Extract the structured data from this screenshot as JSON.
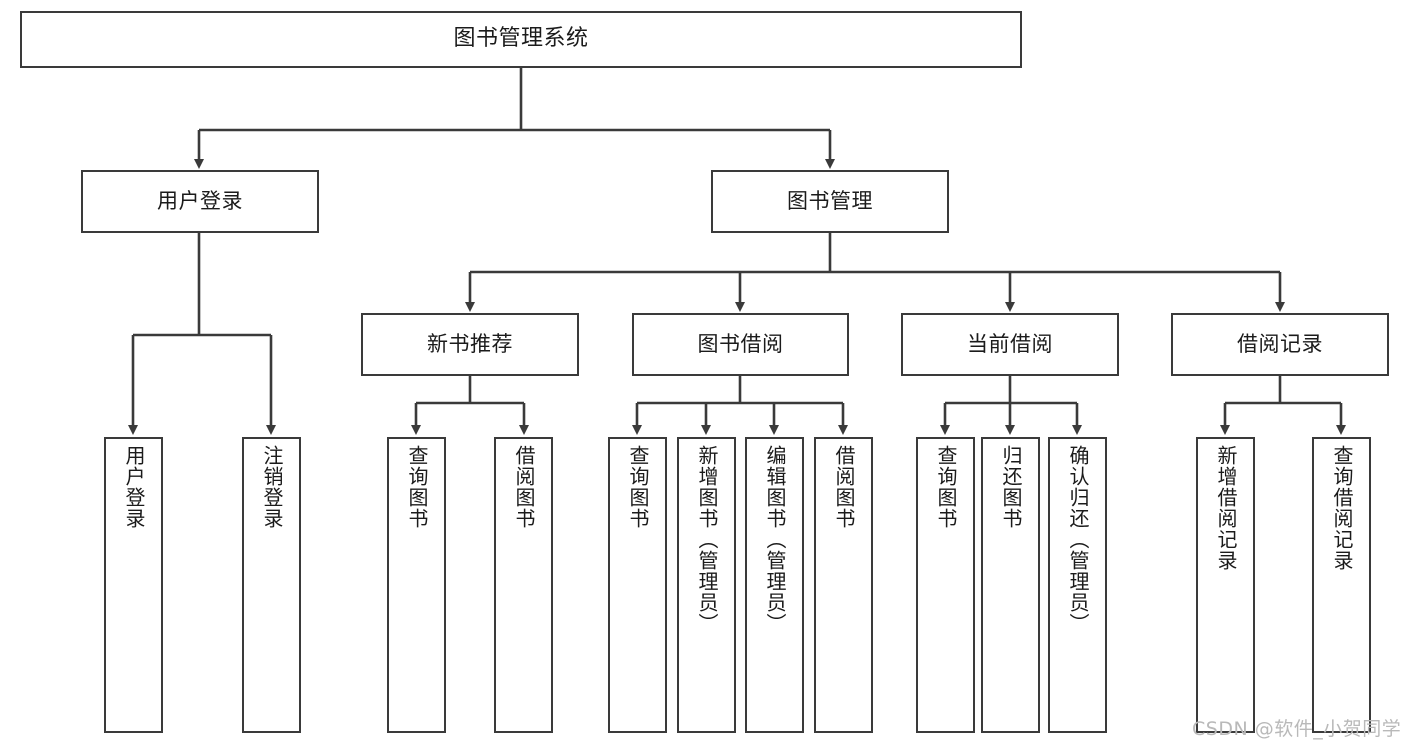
{
  "diagram": {
    "title": "图书管理系统",
    "type": "tree-hierarchy-chart",
    "root": {
      "label": "图书管理系统"
    },
    "level2": [
      {
        "label": "用户登录"
      },
      {
        "label": "图书管理"
      }
    ],
    "level3": [
      {
        "label": "新书推荐"
      },
      {
        "label": "图书借阅"
      },
      {
        "label": "当前借阅"
      },
      {
        "label": "借阅记录"
      }
    ],
    "leaves": {
      "user_login": [
        {
          "label": "用户登录"
        },
        {
          "label": "注销登录"
        }
      ],
      "new_book_recommend": [
        {
          "label": "查询图书"
        },
        {
          "label": "借阅图书"
        }
      ],
      "book_borrow": [
        {
          "label": "查询图书"
        },
        {
          "label": "新增图书（管理员）"
        },
        {
          "label": "编辑图书（管理员）"
        },
        {
          "label": "借阅图书"
        }
      ],
      "current_borrow": [
        {
          "label": "查询图书"
        },
        {
          "label": "归还图书"
        },
        {
          "label": "确认归还（管理员）"
        }
      ],
      "borrow_record": [
        {
          "label": "新增借阅记录"
        },
        {
          "label": "查询借阅记录"
        }
      ]
    }
  },
  "watermark": {
    "text": "CSDN @软件_小贺同学"
  },
  "colors": {
    "border": "#3a3a3a",
    "text": "#1b1b1b",
    "background": "#ffffff",
    "watermark": "#b9b9b9"
  }
}
